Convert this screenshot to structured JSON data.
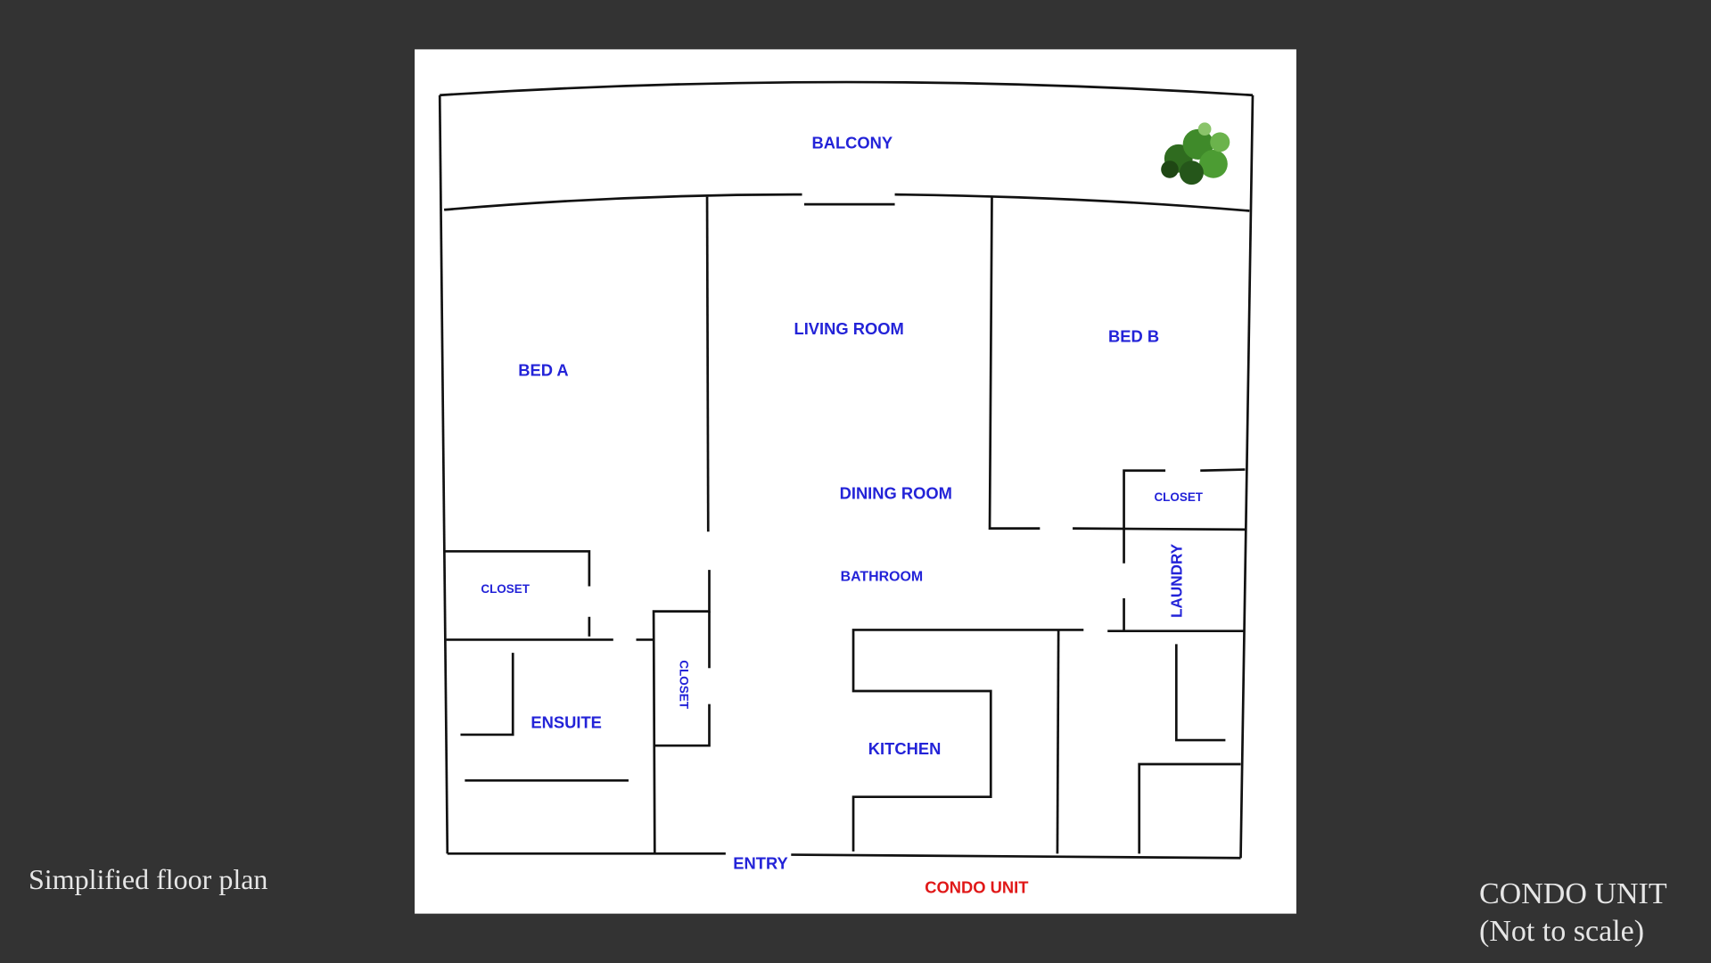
{
  "caption_left": "Simplified floor plan",
  "caption_right": {
    "line1": "CONDO UNIT",
    "line2": "(Not to scale)"
  },
  "plan": {
    "rooms": {
      "balcony": "BALCONY",
      "living_room": "LIVING ROOM",
      "bed_a": "BED A",
      "bed_b": "BED B",
      "dining_room": "DINING ROOM",
      "closet_b": "CLOSET",
      "closet_a": "CLOSET",
      "bathroom": "BATHROOM",
      "laundry": "LAUNDRY",
      "closet_hall": "CLOSET",
      "ensuite": "ENSUITE",
      "kitchen": "KITCHEN",
      "entry": "ENTRY"
    },
    "title": "CONDO UNIT",
    "colors": {
      "label": "#2323d8",
      "title": "#e01818",
      "background": "#333333"
    }
  }
}
